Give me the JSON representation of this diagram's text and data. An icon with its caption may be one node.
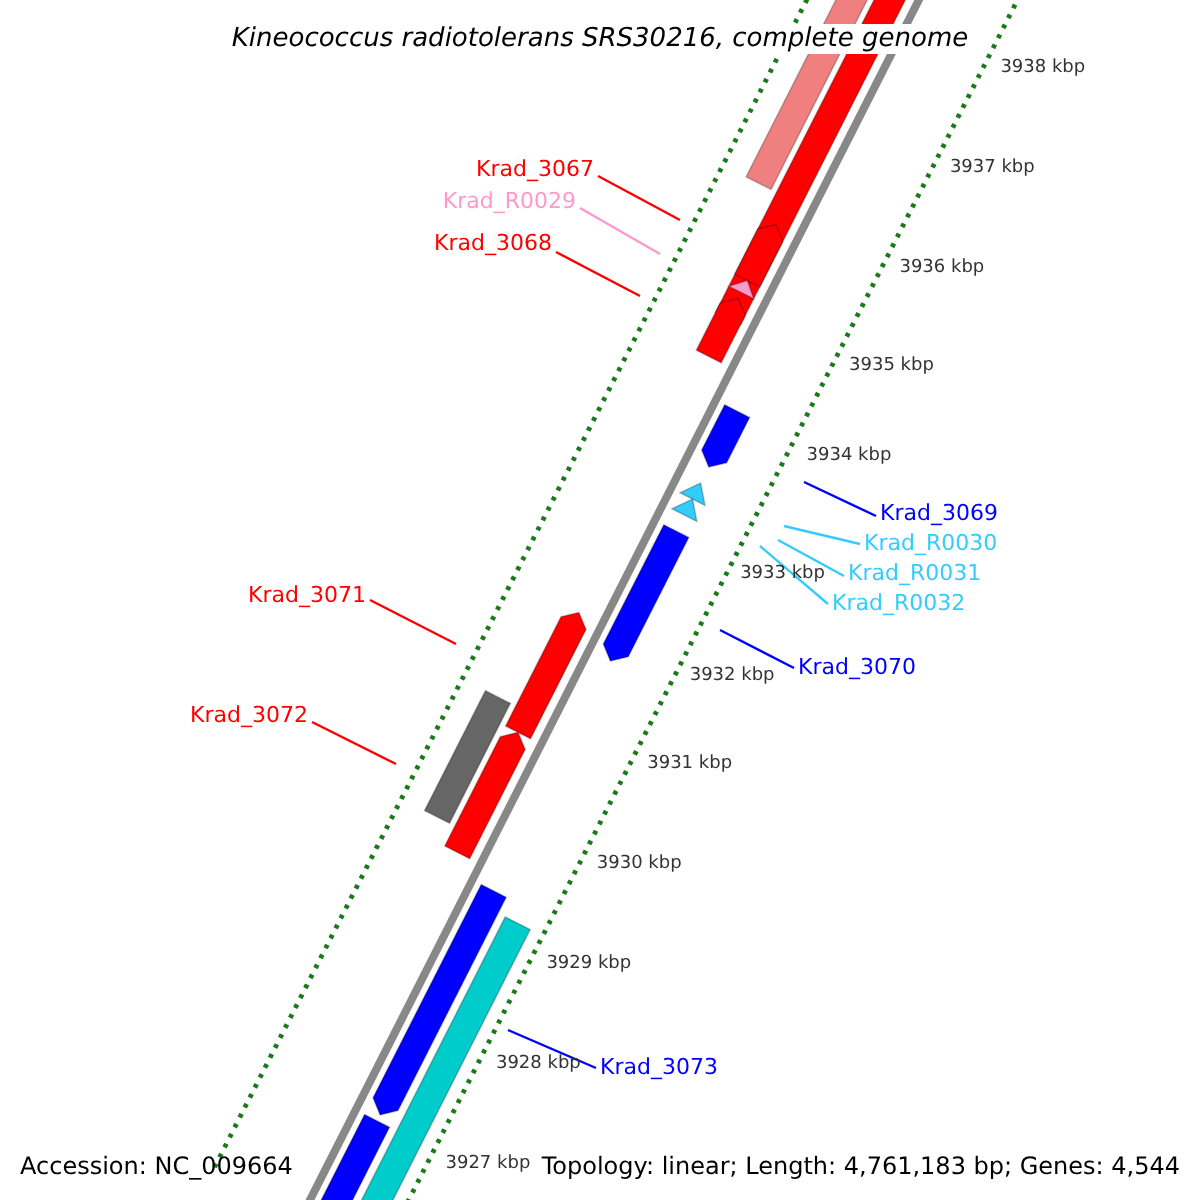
{
  "diagram": {
    "title": "Kineococcus radiotolerans SRS30216, complete genome",
    "nodes": [
      {
        "text": [
          "Krad_3067"
        ]
      },
      {
        "text": [
          "Krad_R0029"
        ]
      },
      {
        "text": [
          "Krad_3068"
        ]
      },
      {
        "text": [
          "Krad_3069"
        ]
      },
      {
        "text": [
          "Krad_R0030"
        ]
      },
      {
        "text": [
          "Krad_R0031"
        ]
      },
      {
        "text": [
          "Krad_R0032"
        ]
      },
      {
        "text": [
          "Krad_3070"
        ]
      },
      {
        "text": [
          "Krad_3071"
        ]
      },
      {
        "text": [
          "Krad_3072"
        ]
      },
      {
        "text": [
          "Krad_3073"
        ]
      }
    ],
    "edges": [
      {
        "from": 0,
        "to": null,
        "arrow": "none",
        "color": "#ff0000"
      },
      {
        "from": 1,
        "to": null,
        "arrow": "none",
        "color": "#ff99cc"
      },
      {
        "from": 2,
        "to": null,
        "arrow": "none",
        "color": "#ff0000"
      },
      {
        "from": 3,
        "to": null,
        "arrow": "none",
        "color": "#0000ff"
      },
      {
        "from": 4,
        "to": null,
        "arrow": "none",
        "color": "#33ccff"
      },
      {
        "from": 5,
        "to": null,
        "arrow": "none",
        "color": "#33ccff"
      },
      {
        "from": 6,
        "to": null,
        "arrow": "none",
        "color": "#33ccff"
      },
      {
        "from": 7,
        "to": null,
        "arrow": "none",
        "color": "#0000ff"
      },
      {
        "from": 8,
        "to": null,
        "arrow": "none",
        "color": "#ff0000"
      },
      {
        "from": 9,
        "to": null,
        "arrow": "none",
        "color": "#ff0000"
      },
      {
        "from": 10,
        "to": null,
        "arrow": "none",
        "color": "#0000ff"
      }
    ],
    "labels": [
      "3938 kbp",
      "3937 kbp",
      "3936 kbp",
      "3935 kbp",
      "3934 kbp",
      "3933 kbp",
      "3932 kbp",
      "3931 kbp",
      "3930 kbp",
      "3929 kbp",
      "3928 kbp",
      "3927 kbp",
      "Accession: NC_009664",
      "Topology: linear; Length: 4,761,183 bp; Genes: 4,544"
    ]
  }
}
